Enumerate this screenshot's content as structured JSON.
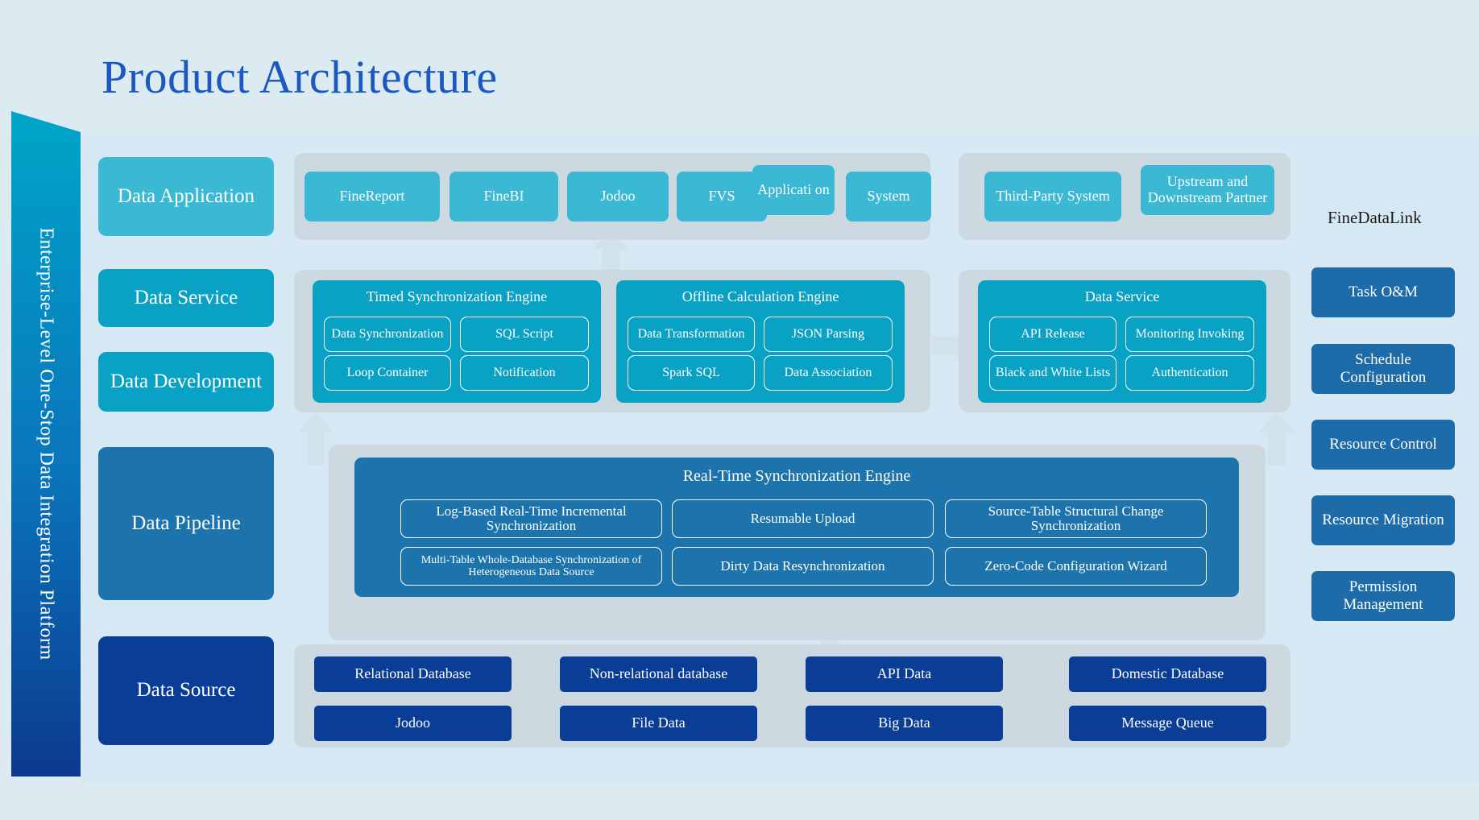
{
  "title": "Product Architecture",
  "banner": {
    "text": "Enterprise-Level One-Stop Data Integration Platform"
  },
  "brand": {
    "label": "FineDataLink"
  },
  "layers": {
    "data_application": "Data Application",
    "data_service": "Data Service",
    "data_development": "Data Development",
    "data_pipeline": "Data Pipeline",
    "data_source": "Data Source"
  },
  "application_row": {
    "apps": [
      {
        "label": "FineReport"
      },
      {
        "label": "FineBI"
      },
      {
        "label": "Jodoo"
      },
      {
        "label": "FVS"
      },
      {
        "label": "Applicati on"
      },
      {
        "label": "System"
      }
    ],
    "partners": [
      {
        "label": "Third-Party System"
      },
      {
        "label": "Upstream and Downstream Partner"
      }
    ]
  },
  "engines": {
    "timed_sync": {
      "title": "Timed Synchronization Engine",
      "items": [
        "Data Synchronization",
        "SQL Script",
        "Loop Container",
        "Notification"
      ]
    },
    "offline_calc": {
      "title": "Offline Calculation Engine",
      "items": [
        "Data Transformation",
        "JSON Parsing",
        "Spark SQL",
        "Data Association"
      ]
    },
    "data_service": {
      "title": "Data Service",
      "items": [
        "API Release",
        "Monitoring Invoking",
        "Black and White Lists",
        "Authentication"
      ]
    },
    "realtime_sync": {
      "title": "Real-Time Synchronization Engine",
      "items": [
        "Log-Based Real-Time Incremental Synchronization",
        "Resumable Upload",
        "Source-Table Structural Change Synchronization",
        "Multi-Table Whole-Database Synchronization of Heterogeneous Data Source",
        "Dirty Data Resynchronization",
        "Zero-Code Configuration Wizard"
      ]
    }
  },
  "data_sources": [
    "Relational Database",
    "Non-relational database",
    "API Data",
    "Domestic Database",
    "Jodoo",
    "File Data",
    "Big Data",
    "Message Queue"
  ],
  "side_buttons": [
    "Task O&M",
    "Schedule Configuration",
    "Resource Control",
    "Resource Migration",
    "Permission Management"
  ],
  "colors": {
    "title": "#1b58bf",
    "cyan": "#3bb8d4",
    "teal": "#0aa2c4",
    "blue": "#1d74ad",
    "navy": "#0a3d96",
    "background": "#dceaf2"
  }
}
